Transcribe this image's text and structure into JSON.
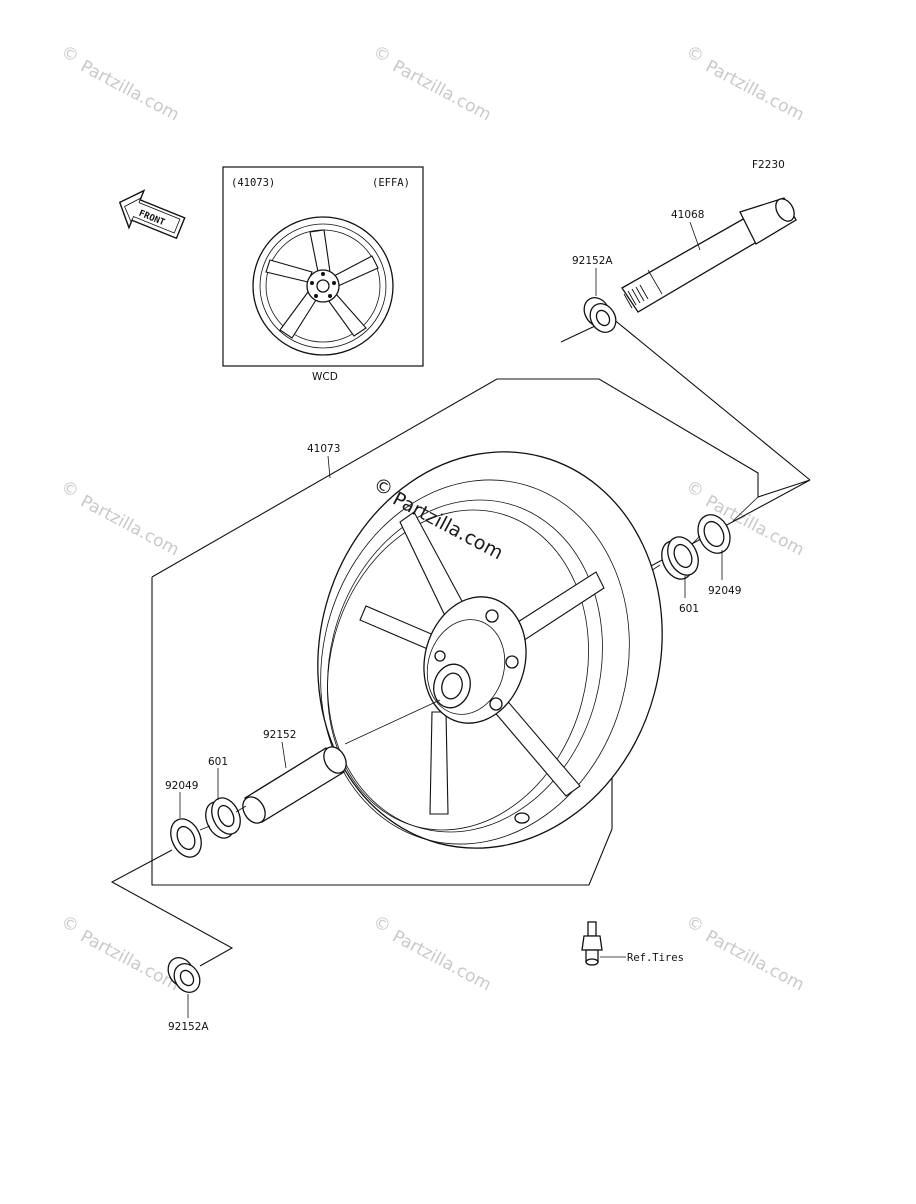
{
  "diagram": {
    "code": "F2230",
    "front_badge": "FRONT",
    "inset": {
      "ref": "(41073)",
      "variant": "(EFFA)",
      "caption": "WCD"
    },
    "labels": {
      "wheel": "41073",
      "axle": "41068",
      "collar_top": "92152A",
      "collar_bottom": "92152A",
      "seal_right": "92049",
      "seal_left": "92049",
      "bearing_right": "601",
      "bearing_left": "601",
      "spacer": "92152",
      "valve_ref": "Ref.Tires"
    }
  },
  "watermark": {
    "text": "Partzilla.com",
    "symbol": "©"
  },
  "colors": {
    "watermark": "#c9c9c9",
    "ink": "#111111"
  }
}
